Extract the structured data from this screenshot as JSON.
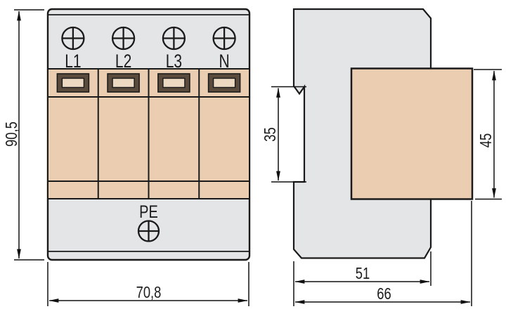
{
  "front_view": {
    "terminal_labels": [
      "L1",
      "L2",
      "L3",
      "N"
    ],
    "pe_label": "PE",
    "dimensions": {
      "height": "90,5",
      "width": "70,8"
    }
  },
  "side_view": {
    "dimensions": {
      "rail_cutout_height": "35",
      "module_height": "45",
      "base_depth": "51",
      "total_depth": "66"
    }
  },
  "colors": {
    "body_gray": "#e4e5e7",
    "module_tan": "#ebceb2",
    "window_frame_brown": "#5a4b3d",
    "window_inner_tan": "#edd9c2",
    "outline": "#1a1a1a",
    "dimension_line": "#111111"
  }
}
